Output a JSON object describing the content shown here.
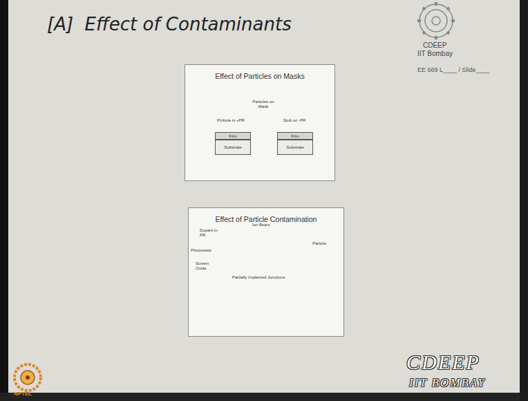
{
  "diagram": {
    "title": "[A]  Effect of Contaminants",
    "nodes": [
      {
        "text": [
          "Effect of Particles on Masks"
        ]
      },
      {
        "text": [
          "Effect of Particle Contamination"
        ]
      },
      {
        "text": [
          "Film"
        ],
        "in": 0
      },
      {
        "text": [
          "Substrate"
        ],
        "in": 0
      },
      {
        "text": [
          "Film"
        ],
        "in": 0
      },
      {
        "text": [
          "Substrate"
        ],
        "in": 0
      }
    ],
    "labels": [
      "CDEEP",
      "IIT Bombay",
      "EE 669 L____ / Slide____",
      "Particles on Mask",
      "Pinhole in +PR",
      "Stub on -PR",
      "Ion Beam",
      "Dopant in PR",
      "Particle",
      "Photoresist",
      "Screen Oxide",
      "Partially Implanted Junctions",
      "CDEEP",
      "IIT BOMBAY",
      "NPTEL"
    ]
  }
}
